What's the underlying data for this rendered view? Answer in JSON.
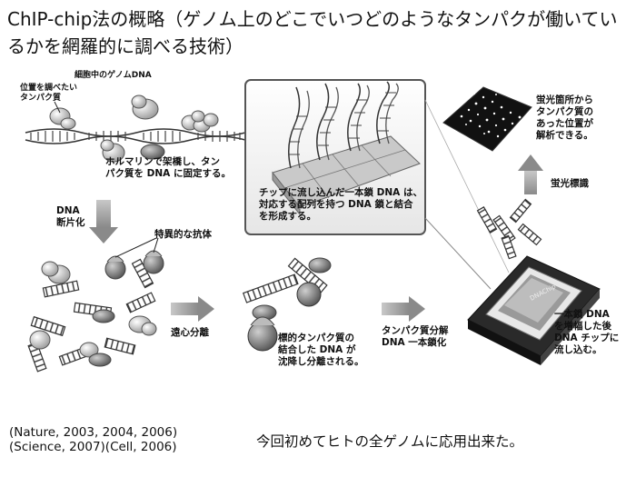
{
  "title": "ChIP-chip法の概略（ゲノム上のどこでいつどのようなタンパクが働いているかを網羅的に調べる技術）",
  "labels": {
    "genome_dna": "細胞中のゲノムDNA",
    "target_protein_line1": "位置を調べたい",
    "target_protein_line2": "タンパク質",
    "formalin_line1": "ホルマリンで架橋し、タン",
    "formalin_line2": "パク質を DNA に固定する。",
    "dna_frag_line1": "DNA",
    "dna_frag_line2": "断片化",
    "antibody": "特異的な抗体",
    "centrifuge": "遠心分離",
    "precip_line1": "標的タンパク質の",
    "precip_line2": "結合した DNA が",
    "precip_line3": "沈降し分離される。",
    "digest_line1": "タンパク質分解",
    "digest_line2": "DNA 一本鎖化",
    "chip_line1": "チップに流し込んだ一本鎖 DNA は、",
    "chip_line2": "対応する配列を持つ DNA 鎖と結合",
    "chip_line3": "を形成する。",
    "fluor_label": "蛍光標識",
    "fluor_line1": "蛍光箇所から",
    "fluor_line2": "タンパク質の",
    "fluor_line3": "あった位置が",
    "fluor_line4": "解析できる。",
    "ssdna_line1": "一本鎖 DNA",
    "ssdna_line2": "を増幅した後",
    "ssdna_line3": "DNA チップに",
    "ssdna_line4": "流し込む。",
    "dnachip": "DNAChip"
  },
  "citations": {
    "line1": "(Nature, 2003, 2004, 2006)",
    "line2": "(Science, 2007)(Cell, 2006)"
  },
  "footer_note": "今回初めてヒトの全ゲノムに応用出来た。"
}
